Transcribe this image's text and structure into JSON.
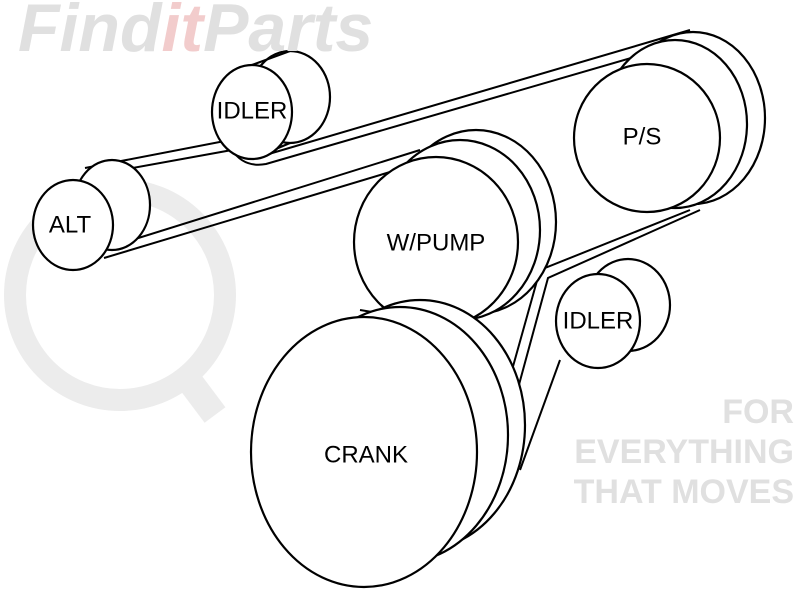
{
  "watermark": {
    "brand_part1": "Find",
    "brand_part2": "it",
    "brand_part3": "Parts",
    "tagline": "FOR EVERYTHING THAT MOVES",
    "brand_color": "#d9252a"
  },
  "pulleys": {
    "idler_top": "IDLER",
    "alt": "ALT",
    "ps": "P/S",
    "wpump": "W/PUMP",
    "idler_right": "IDLER",
    "crank": "CRANK"
  }
}
